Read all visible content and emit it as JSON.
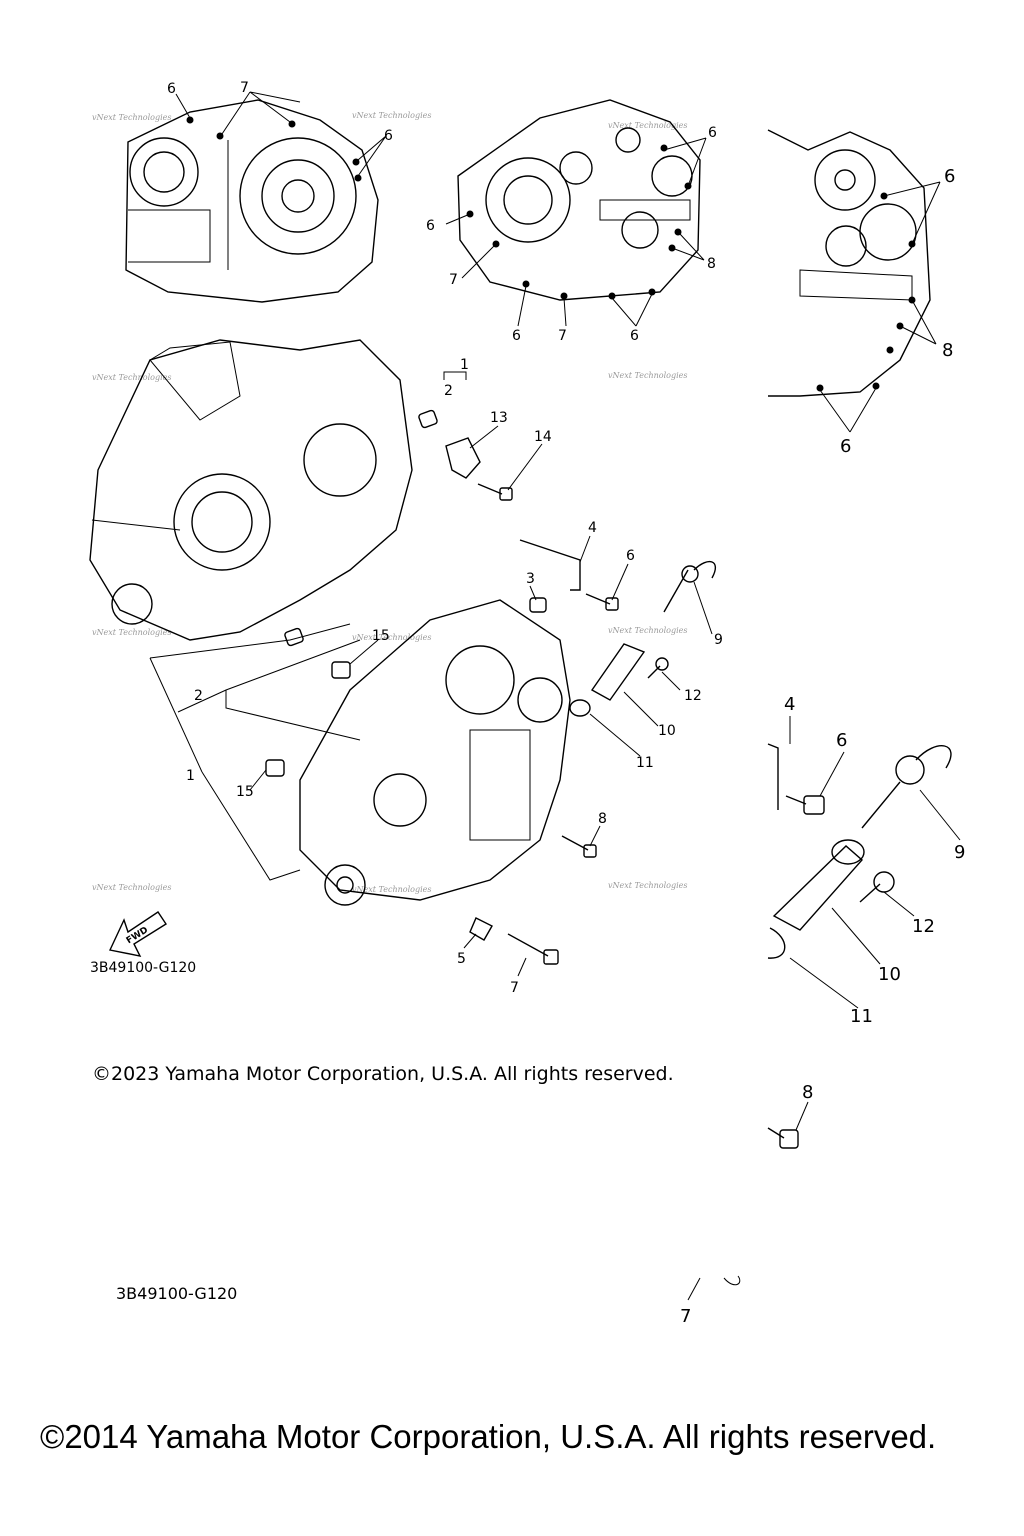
{
  "diagram": {
    "ref_code": "3B49100-G120",
    "fwd_label": "FWD",
    "watermark": "vNext Technologies",
    "copyright_2023": "©2023 Yamaha Motor Corporation, U.S.A. All rights reserved.",
    "copyright_2014": "©2014 Yamaha Motor Corporation, U.S.A. All rights reserved.",
    "callouts": {
      "c1": "1",
      "c2": "2",
      "c3": "3",
      "c4": "4",
      "c5": "5",
      "c6": "6",
      "c7": "7",
      "c8": "8",
      "c9": "9",
      "c10": "10",
      "c11": "11",
      "c12": "12",
      "c13": "13",
      "c14": "14",
      "c15": "15"
    }
  }
}
